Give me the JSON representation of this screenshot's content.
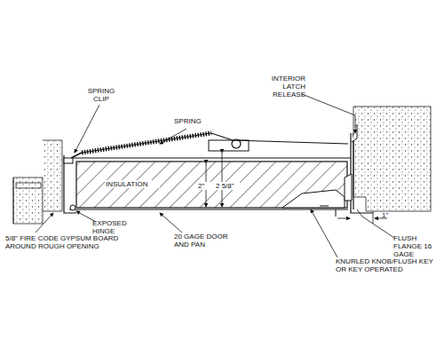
{
  "diagram": {
    "labels": [
      "SPRING CLIP",
      "SPRING",
      "INTERIOR LATCH RELEASE",
      "INSULATION",
      "2\"",
      "2 5/8\"",
      "1\"",
      "5/8\" FIRE CODE GYPSUM BOARD AROUND ROUGH OPENING",
      "EXPOSED HINGE",
      "20 GAGE DOOR AND PAN",
      "FLUSH FLANGE 16 GAGE",
      "KNURLED KNOB/FLUSH KEY OR KEY OPERATED"
    ]
  }
}
